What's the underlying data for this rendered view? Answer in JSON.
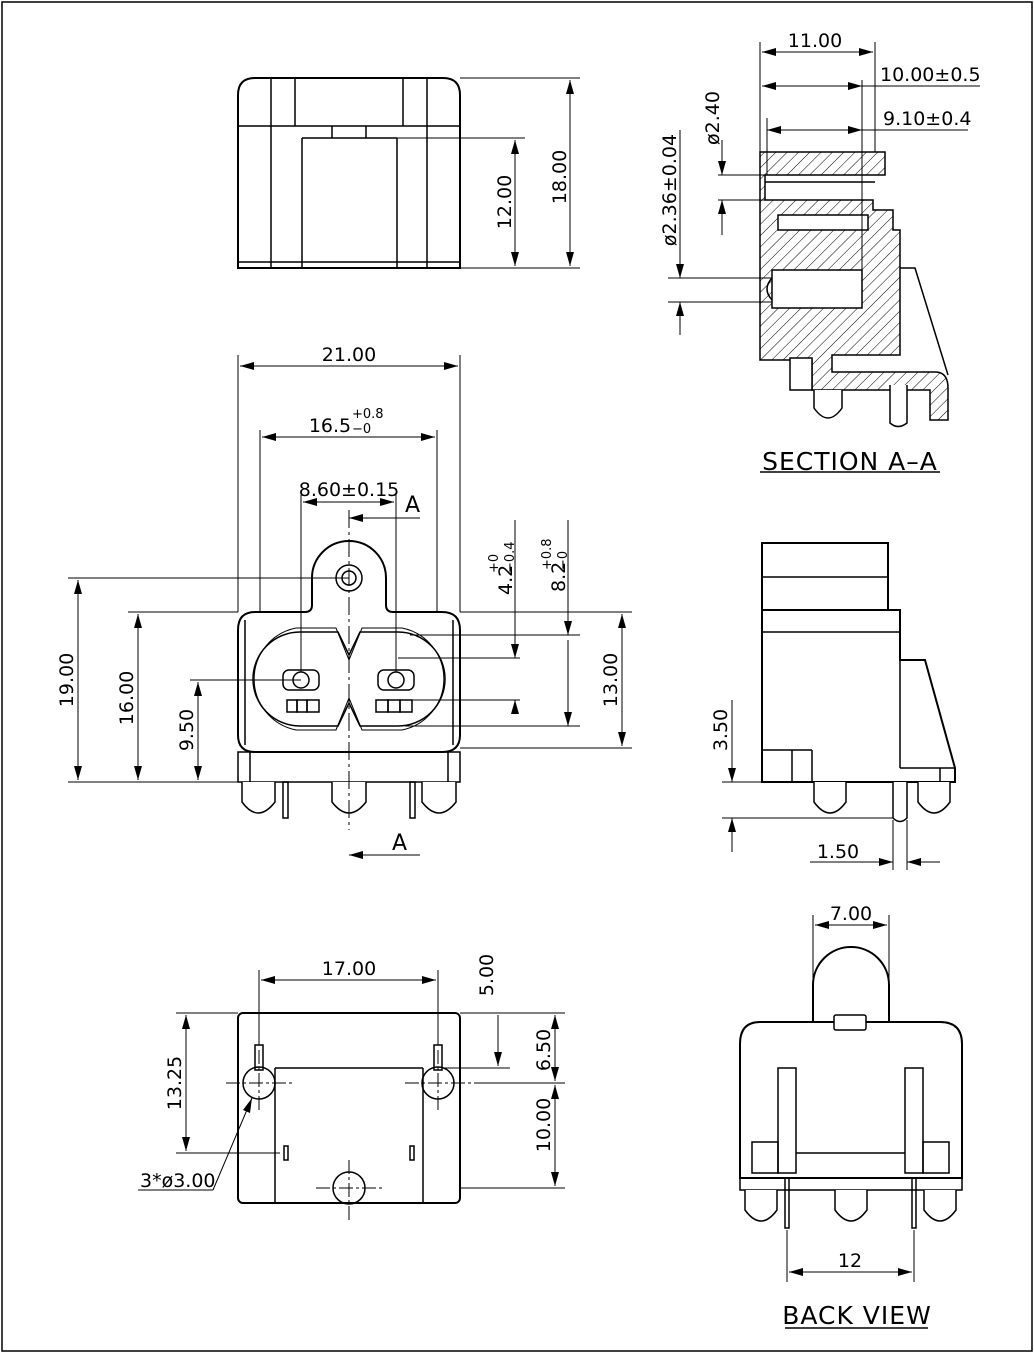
{
  "top_view": {
    "dim_height_total": "18.00",
    "dim_height_inner": "12.00"
  },
  "section_view": {
    "title": "SECTION A–A",
    "dim_width_total": "11.00",
    "dim_width_a": "10.00±0.5",
    "dim_width_b": "9.10±0.4",
    "dim_hole_a": "ø2.40",
    "dim_hole_b": "ø2.36±0.04"
  },
  "front_view": {
    "dim_width_total": "21.00",
    "dim_width_inner": "16.5",
    "dim_width_inner_tol_upper": "+0.8",
    "dim_width_inner_tol_lower": "−0",
    "dim_pin_spacing": "8.60±0.15",
    "dim_offset_a": "4.2",
    "dim_offset_a_tol_upper": "+0",
    "dim_offset_a_tol_lower": "−0.4",
    "dim_offset_b": "8.2",
    "dim_offset_b_tol_upper": "+0.8",
    "dim_offset_b_tol_lower": "−0",
    "dim_height_total": "19.00",
    "dim_height_body": "16.00",
    "dim_height_pin": "9.50",
    "dim_height_inner": "13.00",
    "section_marker": "A"
  },
  "side_view": {
    "dim_height": "3.50",
    "dim_width": "1.50"
  },
  "bottom_view": {
    "dim_width": "17.00",
    "dim_top_offset": "5.00",
    "dim_height_total": "13.25",
    "dim_offset_b": "6.50",
    "dim_offset_c": "10.00",
    "dim_holes": "3*ø3.00"
  },
  "back_view": {
    "title": "BACK VIEW",
    "dim_top": "7.00",
    "dim_pins": "12"
  }
}
